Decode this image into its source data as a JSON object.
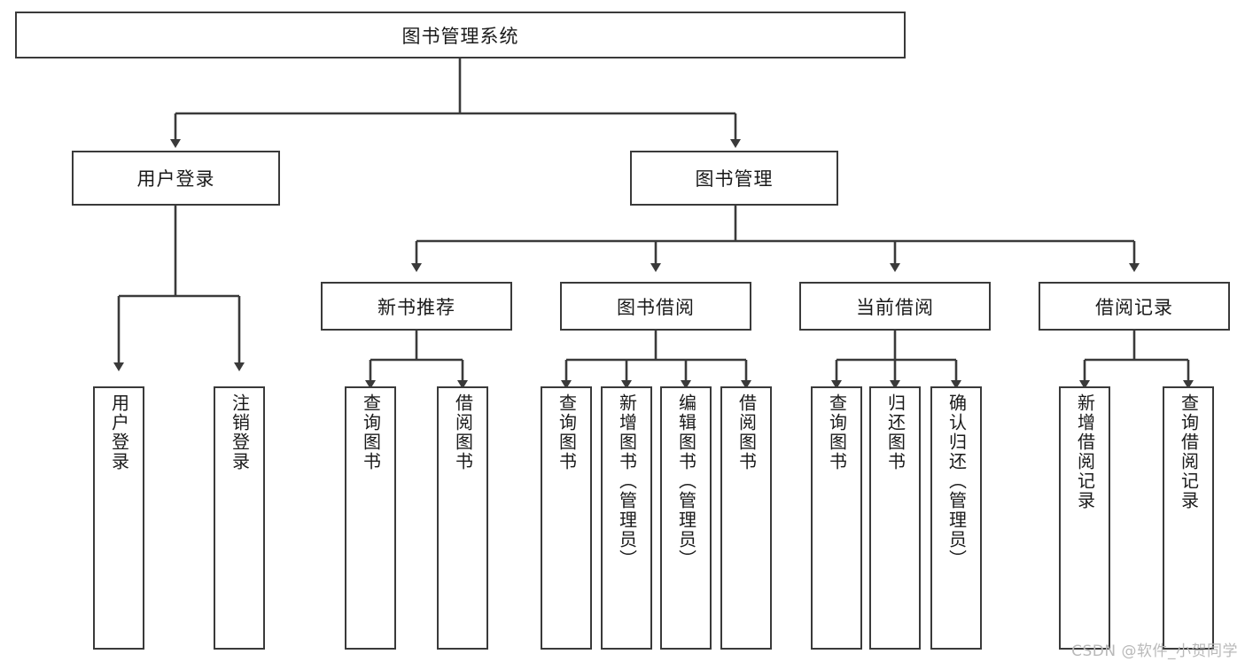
{
  "diagram": {
    "title": "图书管理系统",
    "type": "hierarchy-tree",
    "root": {
      "label": "图书管理系统"
    },
    "level2": [
      {
        "label": "用户登录"
      },
      {
        "label": "图书管理"
      }
    ],
    "level3": [
      {
        "label": "新书推荐"
      },
      {
        "label": "图书借阅"
      },
      {
        "label": "当前借阅"
      },
      {
        "label": "借阅记录"
      }
    ],
    "leaves": {
      "user_login": [
        "用户登录",
        "注销登录"
      ],
      "new_book_recommend": [
        "查询图书",
        "借阅图书"
      ],
      "book_borrow": [
        "查询图书",
        "新增图书（管理员）",
        "编辑图书（管理员）",
        "借阅图书"
      ],
      "current_borrow": [
        "查询图书",
        "归还图书",
        "确认归还（管理员）"
      ],
      "borrow_record": [
        "新增借阅记录",
        "查询借阅记录"
      ]
    },
    "colors": {
      "stroke": "#3a3a3a",
      "fill": "#ffffff",
      "text": "#1a1a1a",
      "watermark": "#b9b9b9"
    }
  },
  "watermark": {
    "text": "CSDN @软件_小贺同学"
  }
}
